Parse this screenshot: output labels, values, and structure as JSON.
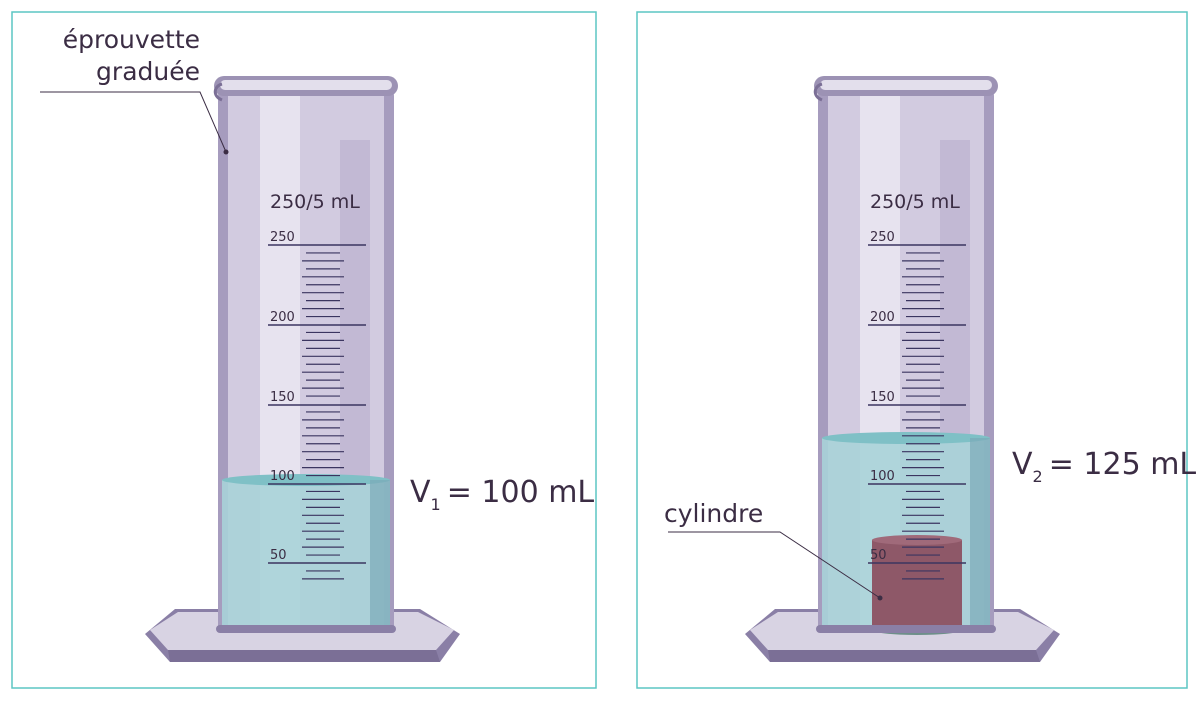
{
  "left_panel": {
    "annotation_label_line1": "éprouvette",
    "annotation_label_line2": "graduée",
    "capacity_label": "250/5 mL",
    "scale_labels": [
      "250",
      "200",
      "150",
      "100",
      "50"
    ],
    "volume_symbol": "V",
    "volume_subscript": "1",
    "volume_value": "= 100 mL",
    "liquid_level_mL": 100
  },
  "right_panel": {
    "annotation_label": "cylindre",
    "capacity_label": "250/5 mL",
    "scale_labels": [
      "250",
      "200",
      "150",
      "100",
      "50"
    ],
    "volume_symbol": "V",
    "volume_subscript": "2",
    "volume_value": "= 125 mL",
    "liquid_level_mL": 125
  },
  "colors": {
    "frame": "#5cc6c3",
    "glass": "#9c92b4",
    "glass_dark": "#7b6f96",
    "liquid": "#a9d3d8",
    "liquid_top": "#7fc0c6",
    "solid_cylinder": "#8e5868",
    "graduation": "#3b3560"
  }
}
